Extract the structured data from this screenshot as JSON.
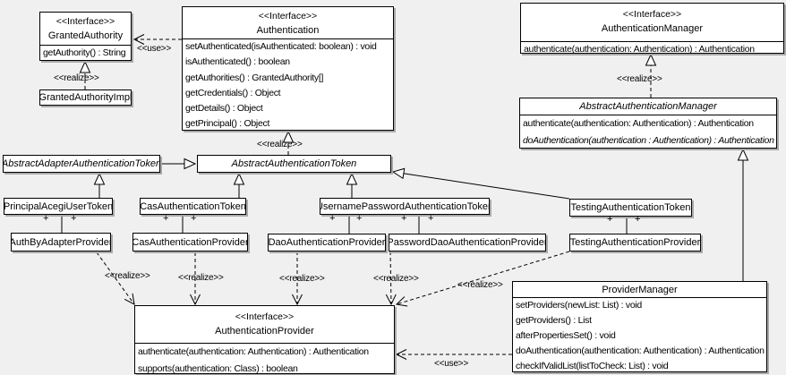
{
  "stereotypes": {
    "interface": "<<Interface>>",
    "realize": "<<realize>>",
    "use": "<<use>>",
    "plus": "+"
  },
  "classes": {
    "granted_authority": {
      "stereotype": "<<Interface>>",
      "name": "GrantedAuthority",
      "methods": [
        "getAuthority() : String"
      ]
    },
    "granted_authority_impl": {
      "name": "GrantedAuthorityImpl"
    },
    "authentication": {
      "stereotype": "<<Interface>>",
      "name": "Authentication",
      "methods": [
        "setAuthenticated(isAuthenticated: boolean) : void",
        "isAuthenticated() : boolean",
        "getAuthorities() : GrantedAuthority[]",
        "getCredentials() : Object",
        "getDetails() : Object",
        "getPrincipal() : Object"
      ]
    },
    "authentication_manager": {
      "stereotype": "<<Interface>>",
      "name": "AuthenticationManager",
      "methods": [
        "authenticate(authentication: Authentication) : Authentication"
      ]
    },
    "abstract_authentication_manager": {
      "name": "AbstractAuthenticationManager",
      "methods": [
        "authenticate(authentication: Authentication) : Authentication",
        "doAuthentication(authentication : Authentication) : Authentication"
      ]
    },
    "abstract_adapter_authentication_token": {
      "name": "AbstractAdapterAuthenticationToken"
    },
    "abstract_authentication_token": {
      "name": "AbstractAuthenticationToken"
    },
    "principal_acegi_user_token": {
      "name": "PrincipalAcegiUserToken"
    },
    "cas_authentication_token": {
      "name": "CasAuthenticationToken"
    },
    "username_password_authentication_token": {
      "name": "UsernamePasswordAuthenticationToken"
    },
    "testing_authentication_token": {
      "name": "TestingAuthenticationToken"
    },
    "auth_by_adapter_provider": {
      "name": "AuthByAdapterProvider"
    },
    "cas_authentication_provider": {
      "name": "CasAuthenticationProvider"
    },
    "dao_authentication_provider": {
      "name": "DaoAuthenticationProvider"
    },
    "password_dao_authentication_provider": {
      "name": "PasswordDaoAuthenticationProvider"
    },
    "testing_authentication_provider": {
      "name": "TestingAuthenticationProvider"
    },
    "authentication_provider": {
      "stereotype": "<<Interface>>",
      "name": "AuthenticationProvider",
      "methods": [
        "authenticate(authentication: Authentication) : Authentication",
        "supports(authentication: Class) : boolean"
      ]
    },
    "provider_manager": {
      "name": "ProviderManager",
      "methods": [
        "setProviders(newList: List) : void",
        "getProviders() : List",
        "afterPropertiesSet() : void",
        "doAuthentication(authentication: Authentication) : Authentication",
        "checkIfValidList(listToCheck: List) : void"
      ]
    }
  },
  "colors": {
    "canvas": "#f0f0f0",
    "box_fill": "#ffffff",
    "line": "#000000",
    "shadow": "#a9a9a9"
  }
}
